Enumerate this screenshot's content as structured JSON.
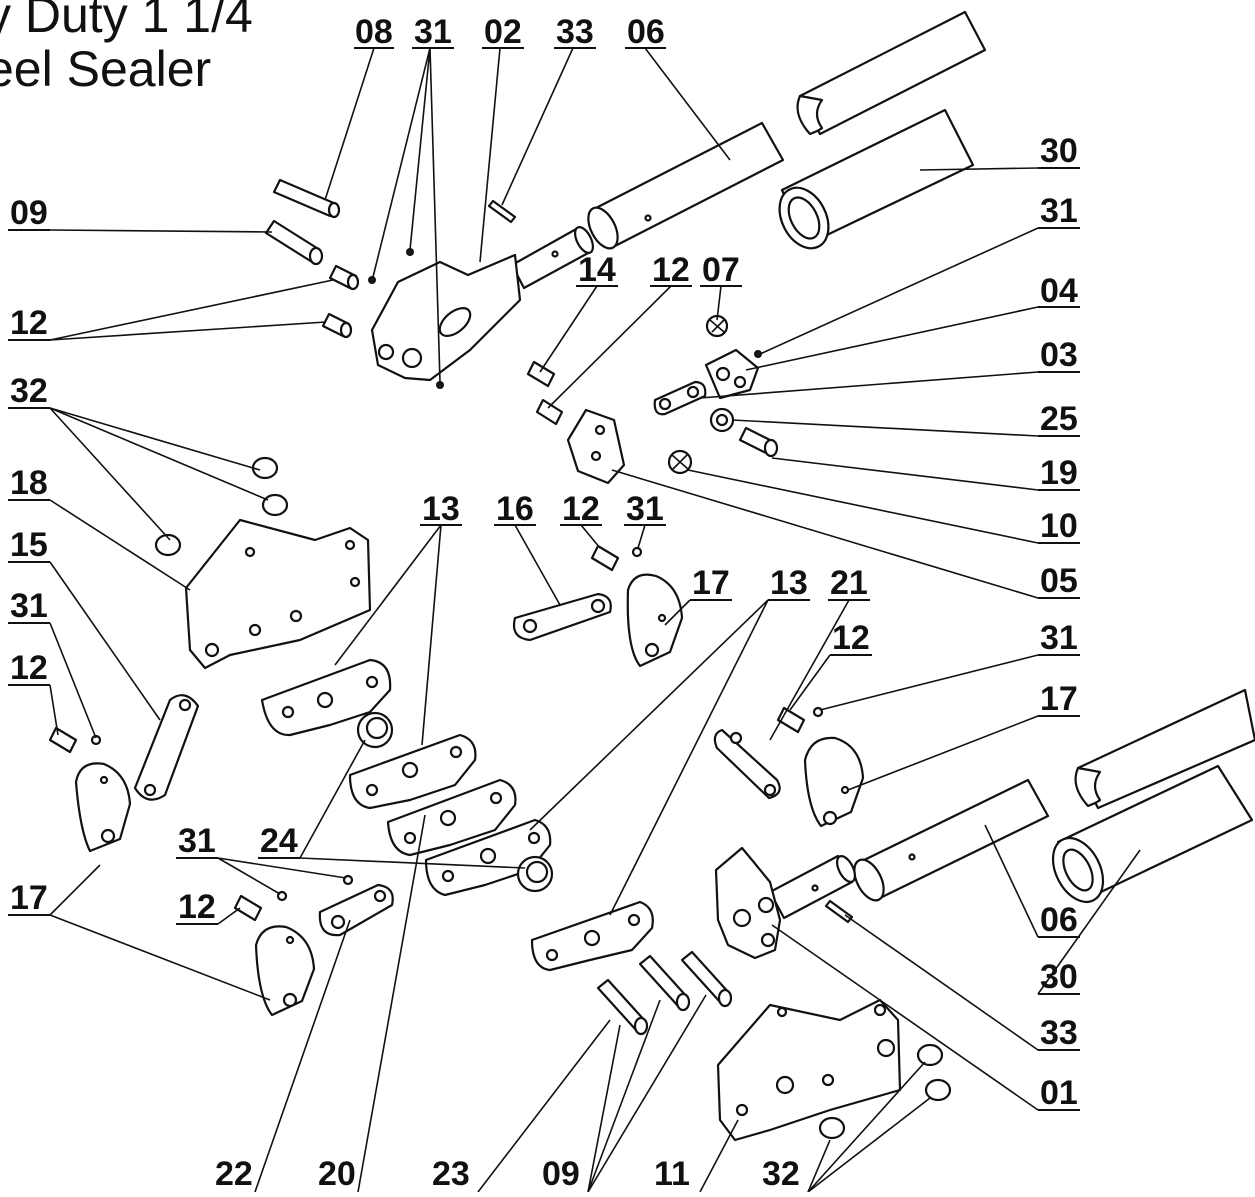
{
  "title": {
    "line1": "y Duty 1 1/4",
    "line2": "eel Sealer"
  },
  "callouts": [
    {
      "id": "c08t",
      "number": "08"
    },
    {
      "id": "c31t",
      "number": "31"
    },
    {
      "id": "c02t",
      "number": "02"
    },
    {
      "id": "c33t",
      "number": "33"
    },
    {
      "id": "c06t",
      "number": "06"
    },
    {
      "id": "c30r",
      "number": "30"
    },
    {
      "id": "c31r",
      "number": "31"
    },
    {
      "id": "c09l",
      "number": "09"
    },
    {
      "id": "c14",
      "number": "14"
    },
    {
      "id": "c12m",
      "number": "12"
    },
    {
      "id": "c07",
      "number": "07"
    },
    {
      "id": "c04",
      "number": "04"
    },
    {
      "id": "c12l",
      "number": "12"
    },
    {
      "id": "c03",
      "number": "03"
    },
    {
      "id": "c32l",
      "number": "32"
    },
    {
      "id": "c25",
      "number": "25"
    },
    {
      "id": "c19",
      "number": "19"
    },
    {
      "id": "c18",
      "number": "18"
    },
    {
      "id": "c13a",
      "number": "13"
    },
    {
      "id": "c16",
      "number": "16"
    },
    {
      "id": "c12b",
      "number": "12"
    },
    {
      "id": "c31b",
      "number": "31"
    },
    {
      "id": "c10",
      "number": "10"
    },
    {
      "id": "c15",
      "number": "15"
    },
    {
      "id": "c05",
      "number": "05"
    },
    {
      "id": "c17m",
      "number": "17"
    },
    {
      "id": "c13b",
      "number": "13"
    },
    {
      "id": "c21",
      "number": "21"
    },
    {
      "id": "c31l",
      "number": "31"
    },
    {
      "id": "c12c",
      "number": "12"
    },
    {
      "id": "c31rr",
      "number": "31"
    },
    {
      "id": "c12ll",
      "number": "12"
    },
    {
      "id": "c17r",
      "number": "17"
    },
    {
      "id": "c31bl",
      "number": "31"
    },
    {
      "id": "c24",
      "number": "24"
    },
    {
      "id": "c17l",
      "number": "17"
    },
    {
      "id": "c12bl",
      "number": "12"
    },
    {
      "id": "c06r",
      "number": "06"
    },
    {
      "id": "c30b",
      "number": "30"
    },
    {
      "id": "c33r",
      "number": "33"
    },
    {
      "id": "c01",
      "number": "01"
    },
    {
      "id": "c22",
      "number": "22"
    },
    {
      "id": "c20",
      "number": "20"
    },
    {
      "id": "c23",
      "number": "23"
    },
    {
      "id": "c09b",
      "number": "09"
    },
    {
      "id": "c11",
      "number": "11"
    },
    {
      "id": "c32b",
      "number": "32"
    }
  ]
}
